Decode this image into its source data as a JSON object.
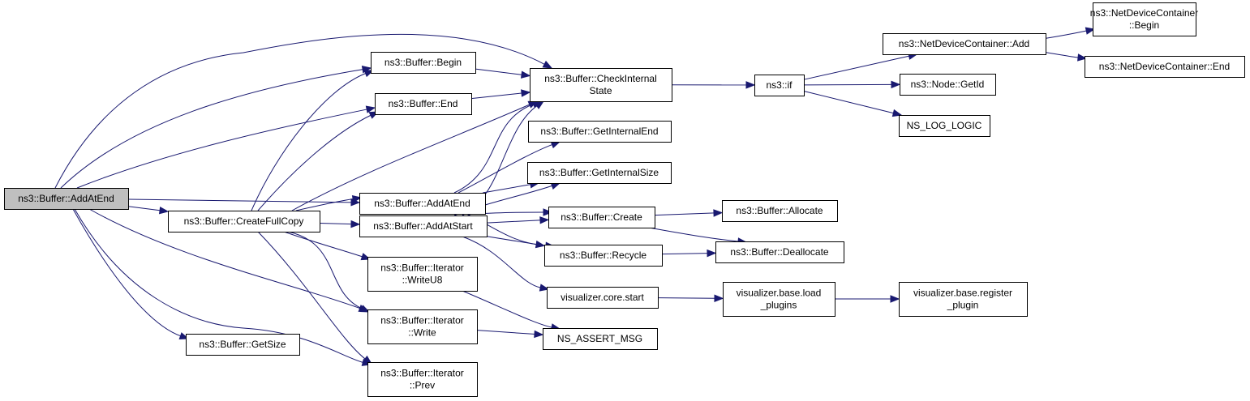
{
  "graph": {
    "type": "call-graph",
    "edge_color": "#191970",
    "root_fill": "#bfbfbf",
    "nodes": [
      {
        "id": "root",
        "label": [
          "ns3::Buffer::AddAtEnd"
        ],
        "root": true
      },
      {
        "id": "begin",
        "label": [
          "ns3::Buffer::Begin"
        ]
      },
      {
        "id": "end",
        "label": [
          "ns3::Buffer::End"
        ]
      },
      {
        "id": "addatend2",
        "label": [
          "ns3::Buffer::AddAtEnd"
        ]
      },
      {
        "id": "createfullcopy",
        "label": [
          "ns3::Buffer::CreateFullCopy"
        ]
      },
      {
        "id": "addatstart",
        "label": [
          "ns3::Buffer::AddAtStart"
        ]
      },
      {
        "id": "writeu8",
        "label": [
          "ns3::Buffer::Iterator",
          "::WriteU8"
        ]
      },
      {
        "id": "write",
        "label": [
          "ns3::Buffer::Iterator",
          "::Write"
        ]
      },
      {
        "id": "getsize",
        "label": [
          "ns3::Buffer::GetSize"
        ]
      },
      {
        "id": "prev",
        "label": [
          "ns3::Buffer::Iterator",
          "::Prev"
        ]
      },
      {
        "id": "checkinternal",
        "label": [
          "ns3::Buffer::CheckInternal",
          "State"
        ]
      },
      {
        "id": "getinternalend",
        "label": [
          "ns3::Buffer::GetInternalEnd"
        ]
      },
      {
        "id": "getinternalsize",
        "label": [
          "ns3::Buffer::GetInternalSize"
        ]
      },
      {
        "id": "create",
        "label": [
          "ns3::Buffer::Create"
        ]
      },
      {
        "id": "recycle",
        "label": [
          "ns3::Buffer::Recycle"
        ]
      },
      {
        "id": "vizstart",
        "label": [
          "visualizer.core.start"
        ]
      },
      {
        "id": "assertmsg",
        "label": [
          "NS_ASSERT_MSG"
        ]
      },
      {
        "id": "if",
        "label": [
          "ns3::if"
        ]
      },
      {
        "id": "allocate",
        "label": [
          "ns3::Buffer::Allocate"
        ]
      },
      {
        "id": "deallocate",
        "label": [
          "ns3::Buffer::Deallocate"
        ]
      },
      {
        "id": "loadplugins",
        "label": [
          "visualizer.base.load",
          "_plugins"
        ]
      },
      {
        "id": "ndcadd",
        "label": [
          "ns3::NetDeviceContainer::Add"
        ]
      },
      {
        "id": "getid",
        "label": [
          "ns3::Node::GetId"
        ]
      },
      {
        "id": "loglogic",
        "label": [
          "NS_LOG_LOGIC"
        ]
      },
      {
        "id": "registerplugin",
        "label": [
          "visualizer.base.register",
          "_plugin"
        ]
      },
      {
        "id": "ndcbegin",
        "label": [
          "ns3::NetDeviceContainer",
          "::Begin"
        ]
      },
      {
        "id": "ndcend",
        "label": [
          "ns3::NetDeviceContainer::End"
        ]
      }
    ],
    "edges": [
      [
        "root",
        "checkinternal"
      ],
      [
        "root",
        "begin"
      ],
      [
        "root",
        "end"
      ],
      [
        "root",
        "addatend2"
      ],
      [
        "root",
        "createfullcopy"
      ],
      [
        "root",
        "write"
      ],
      [
        "root",
        "getsize"
      ],
      [
        "root",
        "prev"
      ],
      [
        "createfullcopy",
        "begin"
      ],
      [
        "createfullcopy",
        "end"
      ],
      [
        "createfullcopy",
        "checkinternal"
      ],
      [
        "createfullcopy",
        "addatend2"
      ],
      [
        "createfullcopy",
        "addatstart"
      ],
      [
        "createfullcopy",
        "writeu8"
      ],
      [
        "createfullcopy",
        "write"
      ],
      [
        "createfullcopy",
        "prev"
      ],
      [
        "begin",
        "checkinternal"
      ],
      [
        "end",
        "checkinternal"
      ],
      [
        "addatend2",
        "checkinternal"
      ],
      [
        "addatend2",
        "getinternalend"
      ],
      [
        "addatend2",
        "getinternalsize"
      ],
      [
        "addatend2",
        "create"
      ],
      [
        "addatend2",
        "recycle"
      ],
      [
        "addatstart",
        "checkinternal"
      ],
      [
        "addatstart",
        "getinternalsize"
      ],
      [
        "addatstart",
        "create"
      ],
      [
        "addatstart",
        "recycle"
      ],
      [
        "addatstart",
        "vizstart"
      ],
      [
        "writeu8",
        "assertmsg"
      ],
      [
        "write",
        "assertmsg"
      ],
      [
        "checkinternal",
        "if"
      ],
      [
        "create",
        "allocate"
      ],
      [
        "create",
        "deallocate"
      ],
      [
        "recycle",
        "deallocate"
      ],
      [
        "vizstart",
        "loadplugins"
      ],
      [
        "loadplugins",
        "registerplugin"
      ],
      [
        "if",
        "ndcadd"
      ],
      [
        "if",
        "getid"
      ],
      [
        "if",
        "loglogic"
      ],
      [
        "ndcadd",
        "ndcbegin"
      ],
      [
        "ndcadd",
        "ndcend"
      ]
    ]
  }
}
